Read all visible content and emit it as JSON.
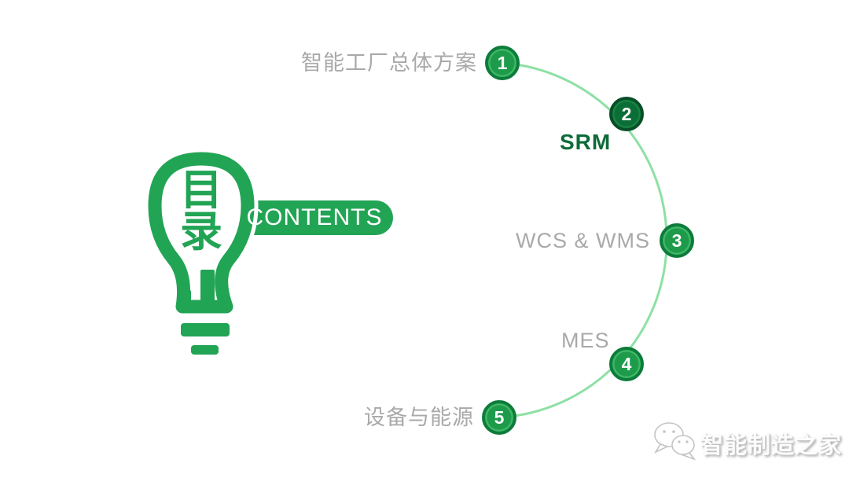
{
  "bulb": {
    "char_top": "目",
    "char_bottom": "录",
    "contents_label": "CONTENTS"
  },
  "toc": {
    "items": [
      {
        "num": "1",
        "label": "智能工厂总体方案",
        "active": false
      },
      {
        "num": "2",
        "label": "SRM",
        "active": true
      },
      {
        "num": "3",
        "label": "WCS & WMS",
        "active": false
      },
      {
        "num": "4",
        "label": "MES",
        "active": false
      },
      {
        "num": "5",
        "label": "设备与能源",
        "active": false
      }
    ]
  },
  "watermark": {
    "label": "智能制造之家",
    "icon": "wechat-icon"
  },
  "colors": {
    "bulb_green": "#22a455",
    "arc_green": "#8de0a4",
    "circle_fill": "#1d9b4b",
    "circle_border": "#0d7c3b",
    "circle_inner_ring": "#3eb766",
    "circle_active_fill": "#0b6e36",
    "circle_active_border": "#074f27",
    "active_label_green": "#0d6b38",
    "label_gray": "#a9a9a9",
    "background": "#ffffff"
  }
}
